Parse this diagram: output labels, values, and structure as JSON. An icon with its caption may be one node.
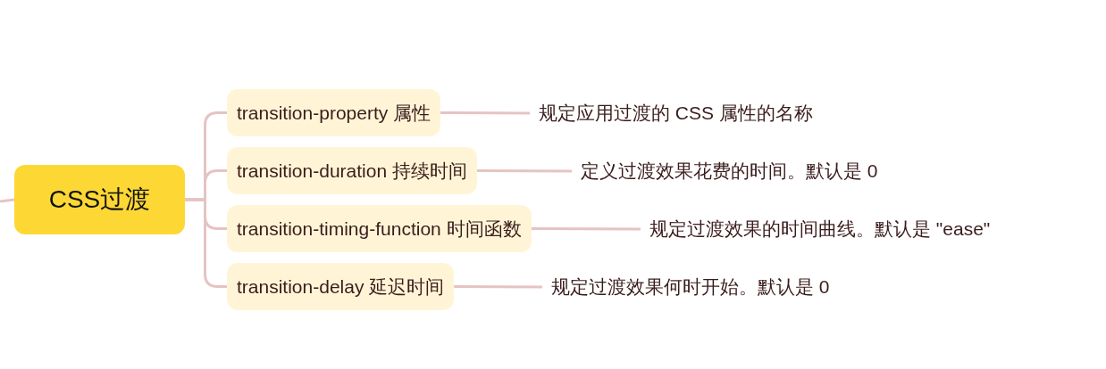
{
  "diagram": {
    "nodes": [
      {
        "text": [
          "CSS过渡"
        ]
      },
      {
        "text": [
          "transition-property 属性"
        ]
      },
      {
        "text": [
          "transition-duration 持续时间"
        ]
      },
      {
        "text": [
          "transition-timing-function 时间函数"
        ]
      },
      {
        "text": [
          "transition-delay 延迟时间"
        ]
      },
      {
        "text": [
          "规定应用过渡的 CSS 属性的名称"
        ]
      },
      {
        "text": [
          "定义过渡效果花费的时间。默认是 0"
        ]
      },
      {
        "text": [
          "规定过渡效果的时间曲线。默认是 \"ease\""
        ]
      },
      {
        "text": [
          "规定过渡效果何时开始。默认是 0"
        ]
      }
    ],
    "edges": [
      {
        "from": null,
        "to": 0,
        "arrow": "none"
      },
      {
        "from": 0,
        "to": 1,
        "arrow": "none"
      },
      {
        "from": 0,
        "to": 2,
        "arrow": "none"
      },
      {
        "from": 0,
        "to": 3,
        "arrow": "none"
      },
      {
        "from": 0,
        "to": 4,
        "arrow": "none"
      },
      {
        "from": 1,
        "to": 5,
        "arrow": "none"
      },
      {
        "from": 2,
        "to": 6,
        "arrow": "none"
      },
      {
        "from": 3,
        "to": 7,
        "arrow": "none"
      },
      {
        "from": 4,
        "to": 8,
        "arrow": "none"
      }
    ]
  }
}
